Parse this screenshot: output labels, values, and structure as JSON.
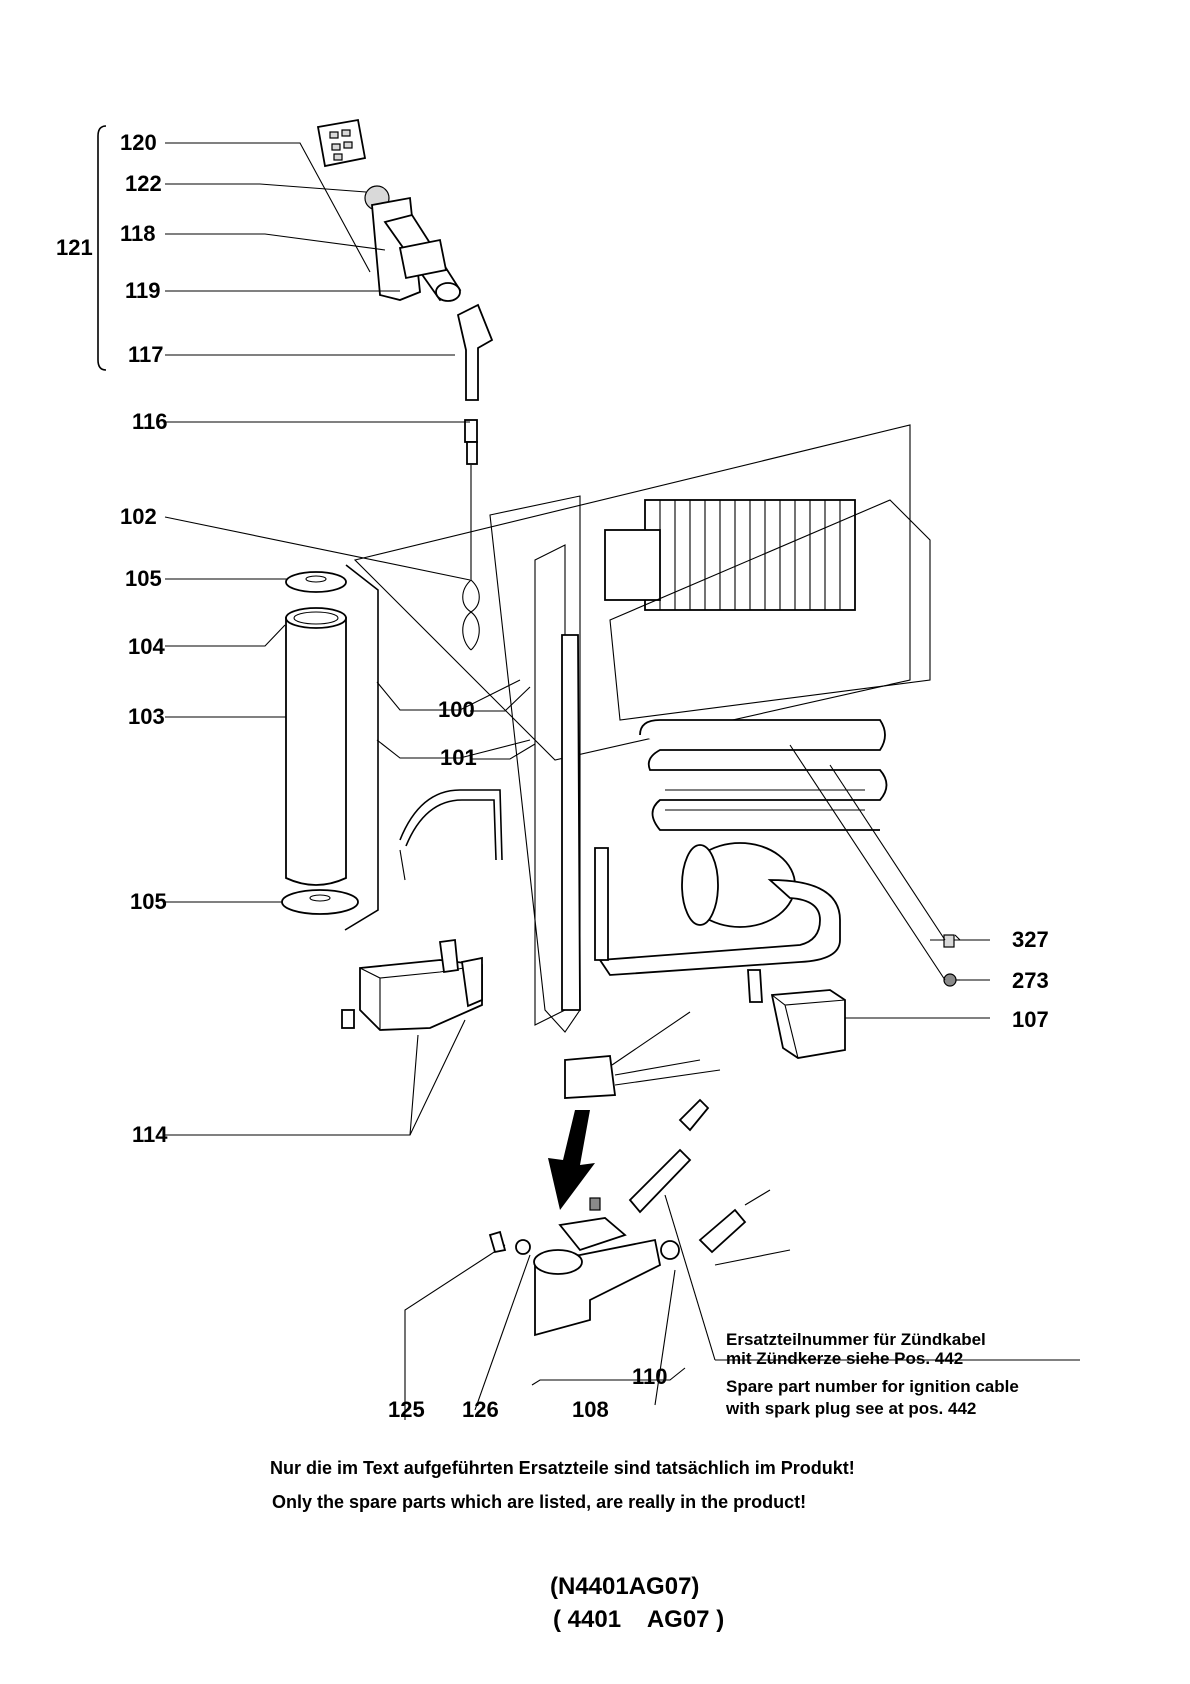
{
  "callouts": {
    "c100": "100",
    "c101": "101",
    "c102": "102",
    "c103": "103",
    "c104": "104",
    "c105a": "105",
    "c105b": "105",
    "c107": "107",
    "c108": "108",
    "c110": "110",
    "c114": "114",
    "c116": "116",
    "c117": "117",
    "c118": "118",
    "c119": "119",
    "c120": "120",
    "c121": "121",
    "c122": "122",
    "c125": "125",
    "c126": "126",
    "c273": "273",
    "c327": "327"
  },
  "ignition_note": {
    "de_line1": "Ersatzteilnummer für Zündkabel",
    "de_line2": "mit Zündkerze siehe Pos. 442",
    "en_line1": "Spare part number for ignition cable",
    "en_line2": "with spark plug see at pos. 442"
  },
  "footer": {
    "de": "Nur die im Text aufgeführten Ersatzteile sind tatsächlich im Produkt!",
    "en": "Only the spare parts which are listed, are really in the product!"
  },
  "drawing_code": {
    "primary": "(N4401AG07)",
    "secondary": "( 4401    AG07 )"
  }
}
